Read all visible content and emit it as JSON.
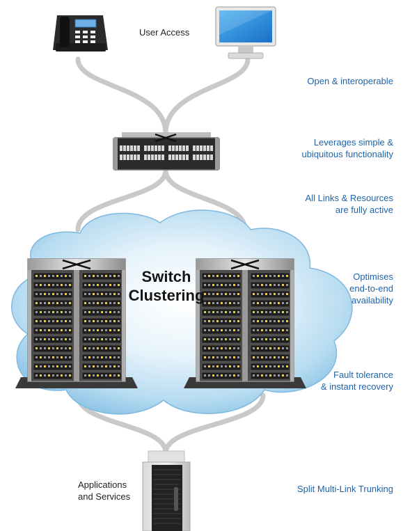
{
  "diagram": {
    "nodes": {
      "user_access": "User Access",
      "switch_clustering_line1": "Switch",
      "switch_clustering_line2": "Clustering",
      "applications_line1": "Applications",
      "applications_line2": "and Services"
    },
    "benefits": [
      {
        "lines": [
          "Open & interoperable"
        ]
      },
      {
        "lines": [
          "Leverages simple &",
          "ubiquitous functionality"
        ]
      },
      {
        "lines": [
          "All Links & Resources",
          "are fully active"
        ]
      },
      {
        "lines": [
          "Optimises",
          "end-to-end",
          "availability"
        ]
      },
      {
        "lines": [
          "Fault tolerance",
          "& instant recovery"
        ]
      },
      {
        "lines": [
          "Split Multi-Link Trunking"
        ]
      }
    ],
    "colors": {
      "label_blue": "#1f63a8",
      "cable_grey": "#c9c9c9",
      "cloud_blue": "#9fcfeb",
      "led_yellow": "#f2d21b"
    },
    "icons": [
      "phone-icon",
      "monitor-icon",
      "switch-icon",
      "chassis-icon",
      "server-icon",
      "cloud-icon"
    ]
  }
}
